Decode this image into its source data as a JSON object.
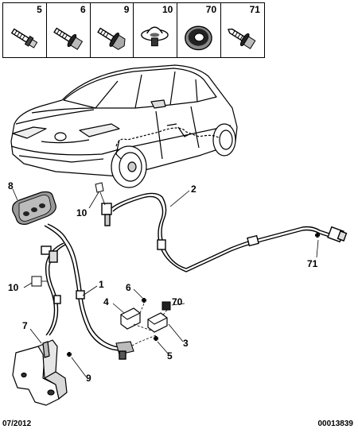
{
  "parts_strip": [
    {
      "number": "5",
      "icon": "bolt-stud-icon"
    },
    {
      "number": "6",
      "icon": "flange-bolt-icon"
    },
    {
      "number": "9",
      "icon": "hex-flange-screw-icon"
    },
    {
      "number": "10",
      "icon": "plastic-clip-icon"
    },
    {
      "number": "70",
      "icon": "grommet-icon"
    },
    {
      "number": "71",
      "icon": "screw-icon"
    }
  ],
  "callouts": {
    "c1": "1",
    "c2": "2",
    "c3": "3",
    "c4": "4",
    "c5": "5",
    "c6": "6",
    "c7": "7",
    "c8": "8",
    "c9": "9",
    "c10a": "10",
    "c10b": "10",
    "c70": "70",
    "c71": "71"
  },
  "footer": {
    "date": "07/2012",
    "code": "00013839"
  }
}
